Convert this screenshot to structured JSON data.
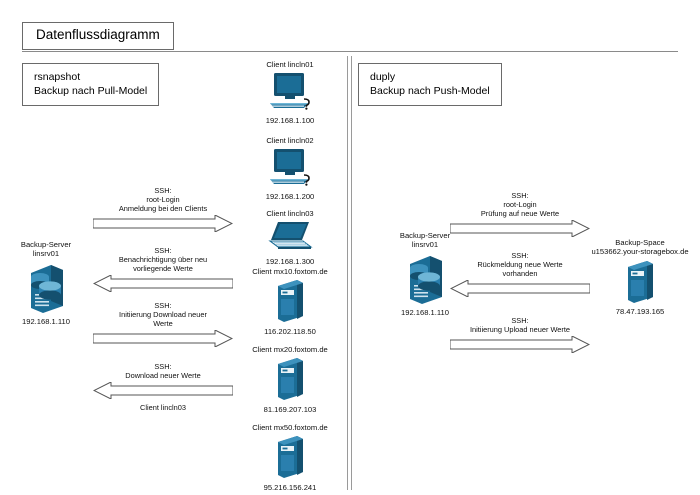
{
  "title": "Datenflussdiagramm",
  "colors": {
    "icon_blue": "#1b6d96",
    "icon_blue_dark": "#14506f",
    "icon_blue_light": "#3d92bd",
    "outline": "#6a6a6a",
    "background": "#ffffff"
  },
  "left_model": {
    "caption_line1": "rsnapshot",
    "caption_line2": "Backup nach Pull-Model",
    "server": {
      "label_line1": "Backup-Server",
      "label_line2": "linsrv01",
      "ip": "192.168.1.110",
      "icon": "database-server-icon"
    },
    "clients": [
      {
        "label": "Client lincln01",
        "ip": "192.168.1.100",
        "icon": "desktop-computer-icon"
      },
      {
        "label": "Client lincln02",
        "ip": "192.168.1.200",
        "icon": "desktop-computer-icon"
      },
      {
        "label": "Client lincln03",
        "ip": "192.168.1.300",
        "icon": "laptop-icon"
      },
      {
        "label": "Client mx10.foxtom.de",
        "ip": "116.202.118.50",
        "icon": "tower-server-icon"
      },
      {
        "label": "Client mx20.foxtom.de",
        "ip": "81.169.207.103",
        "icon": "tower-server-icon"
      },
      {
        "label": "Client mx50.foxtom.de",
        "ip": "95.216.156.241",
        "icon": "tower-server-icon"
      }
    ],
    "flows": [
      {
        "direction": "right",
        "line1": "SSH:",
        "line2": "root-Login",
        "line3": "Anmeldung bei den Clients",
        "sub": ""
      },
      {
        "direction": "left",
        "line1": "SSH:",
        "line2": "Benachrichtigung über neu",
        "line3": "vorliegende Werte",
        "sub": ""
      },
      {
        "direction": "right",
        "line1": "SSH:",
        "line2": "Initiierung Download neuer",
        "line3": "Werte",
        "sub": ""
      },
      {
        "direction": "left",
        "line1": "SSH:",
        "line2": "Download neuer Werte",
        "line3": "",
        "sub": "Client lincln03"
      }
    ]
  },
  "right_model": {
    "caption_line1": "duply",
    "caption_line2": "Backup nach Push-Model",
    "server": {
      "label_line1": "Backup-Server",
      "label_line2": "linsrv01",
      "ip": "192.168.1.110",
      "icon": "database-server-icon"
    },
    "storage": {
      "label_line1": "Backup-Space",
      "label_line2": "u153662.your-storagebox.de",
      "ip": "78.47.193.165",
      "icon": "tower-server-icon"
    },
    "flows": [
      {
        "direction": "right",
        "line1": "SSH:",
        "line2": "root-Login",
        "line3": "Prüfung auf neue Werte",
        "sub": ""
      },
      {
        "direction": "left",
        "line1": "SSH:",
        "line2": "Rückmeldung neue Werte",
        "line3": "vorhanden",
        "sub": ""
      },
      {
        "direction": "right",
        "line1": "SSH:",
        "line2": "Initiierung Upload neuer Werte",
        "line3": "",
        "sub": ""
      }
    ]
  }
}
